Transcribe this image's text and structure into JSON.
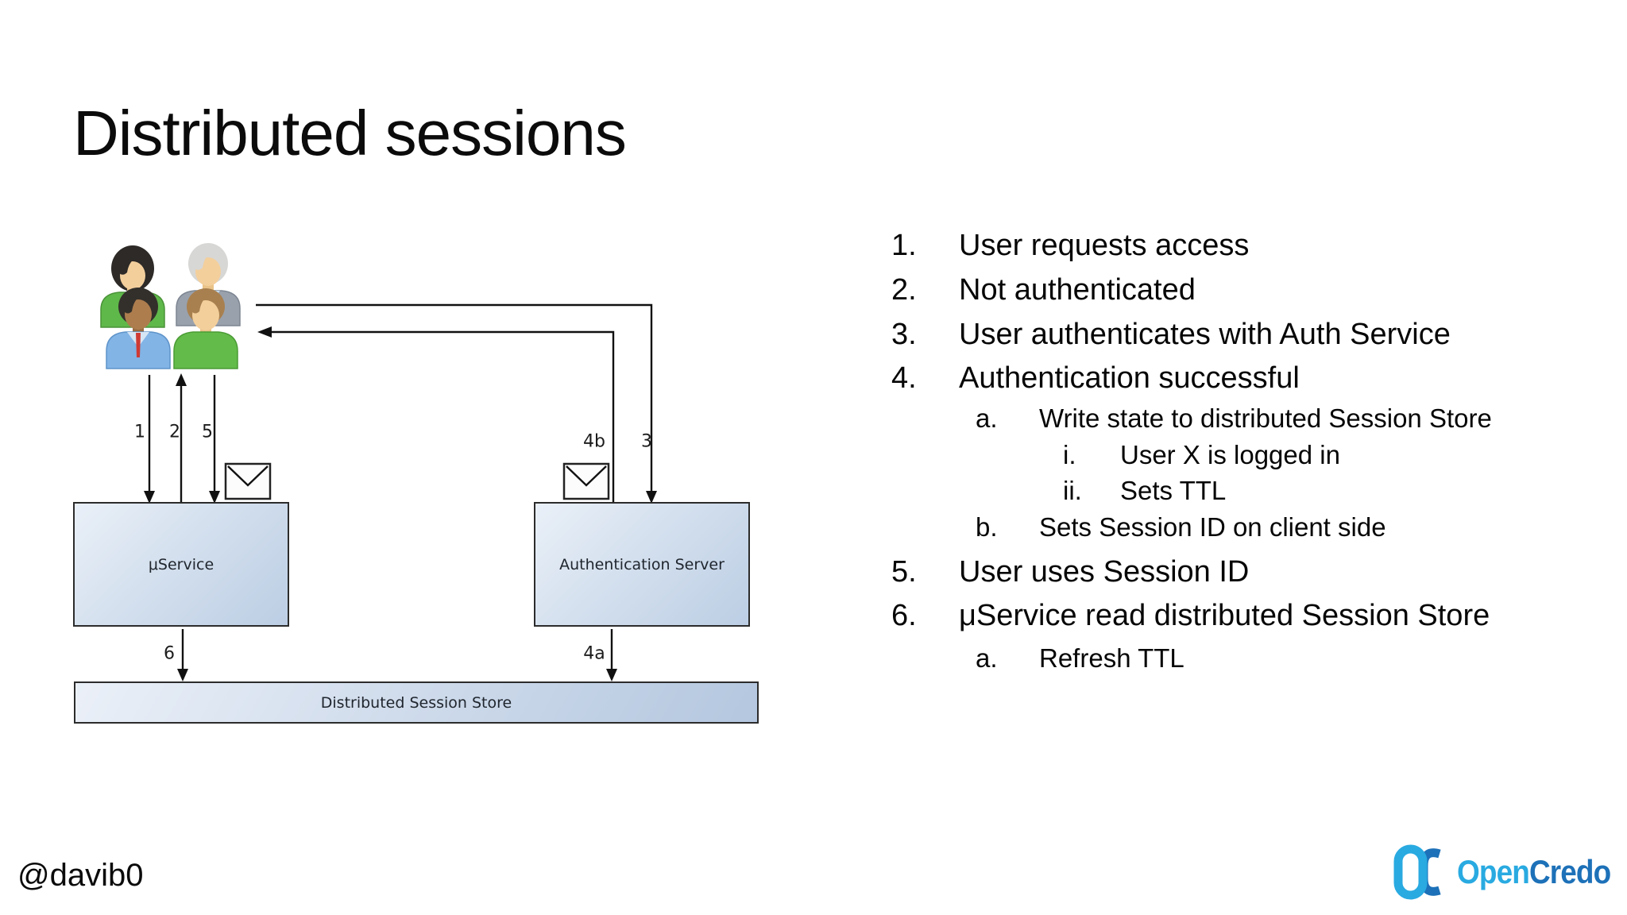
{
  "slide": {
    "title": "Distributed sessions",
    "footer_handle": "@davib0"
  },
  "diagram": {
    "microservice_label": "μService",
    "auth_server_label": "Authentication Server",
    "session_store_label": "Distributed Session Store",
    "arrow_labels": {
      "step1": "1",
      "step2": "2",
      "step3": "3",
      "step4a": "4a",
      "step4b": "4b",
      "step5": "5",
      "step6": "6"
    },
    "icons": {
      "users": "users-group-icon",
      "message_to_microservice": "envelope-icon",
      "message_to_auth_server": "envelope-icon"
    }
  },
  "steps": [
    {
      "marker": "1.",
      "text": "User requests access"
    },
    {
      "marker": "2.",
      "text": "Not authenticated"
    },
    {
      "marker": "3.",
      "text": "User authenticates with Auth Service"
    },
    {
      "marker": "4.",
      "text": "Authentication successful"
    },
    {
      "marker": "a.",
      "text": "Write state to distributed Session Store"
    },
    {
      "marker": "i.",
      "text": "User X is logged in"
    },
    {
      "marker": "ii.",
      "text": "Sets TTL"
    },
    {
      "marker": "b.",
      "text": "Sets Session ID on client side"
    },
    {
      "marker": "5.",
      "text": "User uses Session ID"
    },
    {
      "marker": "6.",
      "text": "μService read distributed Session Store"
    },
    {
      "marker": "a.",
      "text": "Refresh TTL"
    }
  ],
  "logo": {
    "name_part1": "Open",
    "name_part2": "Credo",
    "colors": {
      "light_blue": "#29aae1",
      "dark_blue": "#1d71b8"
    }
  },
  "colors": {
    "box_fill_light": "#eaf0f8",
    "box_fill_dark": "#bccee4",
    "box_border": "#2c2c2c",
    "arrow": "#111111"
  }
}
